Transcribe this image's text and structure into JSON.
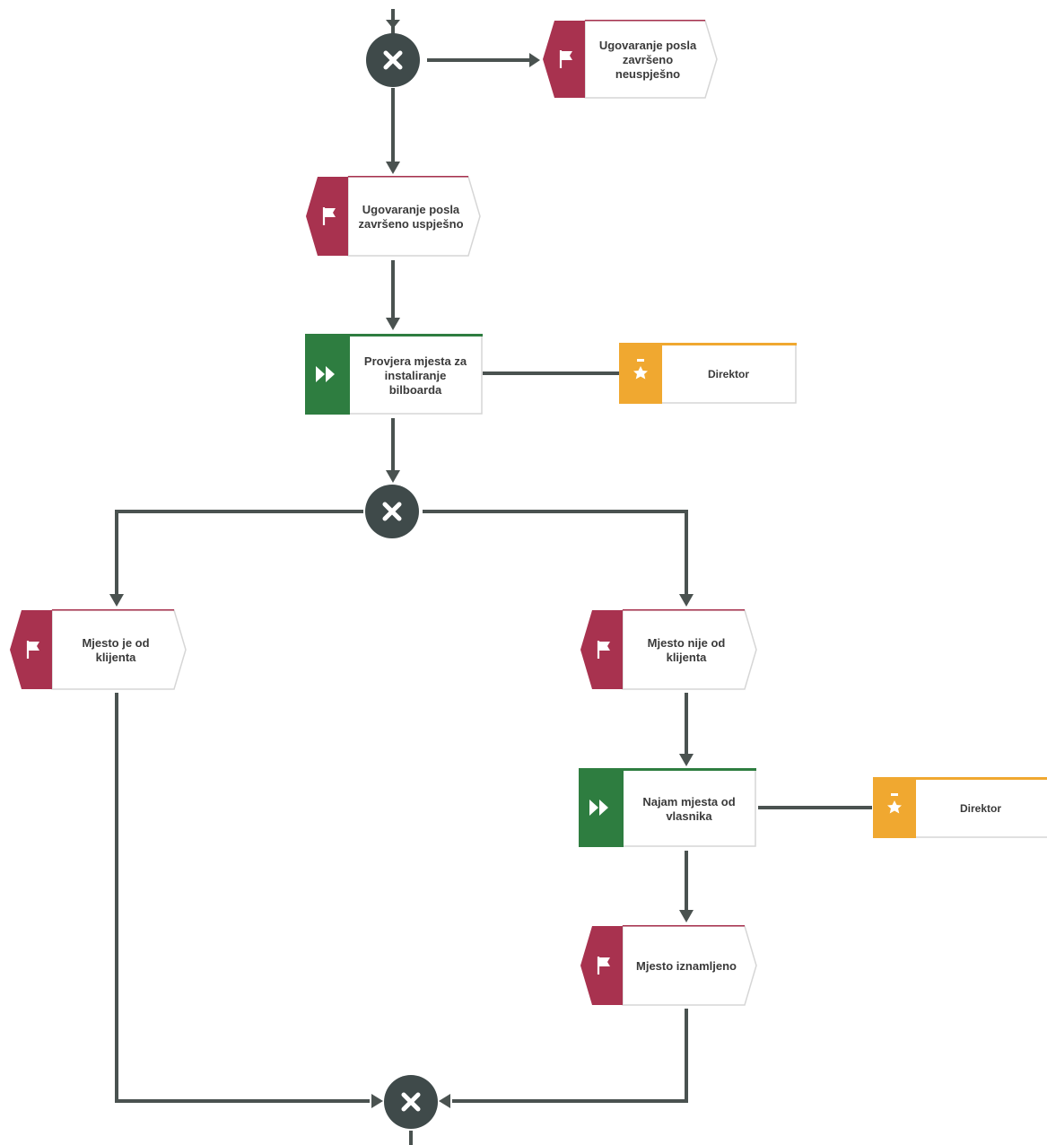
{
  "colors": {
    "connector": "#4a5250",
    "event": "#a8324f",
    "function": "#2e7d40",
    "role": "#f0a830",
    "gateway": "#3f4a4a",
    "text": "#3a3a3a"
  },
  "icons": {
    "event": "flag-icon",
    "function": "fast-forward-icon",
    "role": "person-star-icon",
    "gateway": "x-icon"
  },
  "nodes": {
    "event_fail": "Ugovaranje posla\nzavršeno\nneuspješno",
    "event_success": "Ugovaranje posla\nzavršeno uspješno",
    "func_check": "Provjera mjesta za\ninstaliranje\nbilboarda",
    "role_1": "Direktor",
    "event_client": "Mjesto je od\nklijenta",
    "event_not_client": "Mjesto nije od\nklijenta",
    "func_rent": "Najam mjesta od\nvlasnika",
    "role_2": "Direktor",
    "event_rented": "Mjesto iznamljeno"
  }
}
